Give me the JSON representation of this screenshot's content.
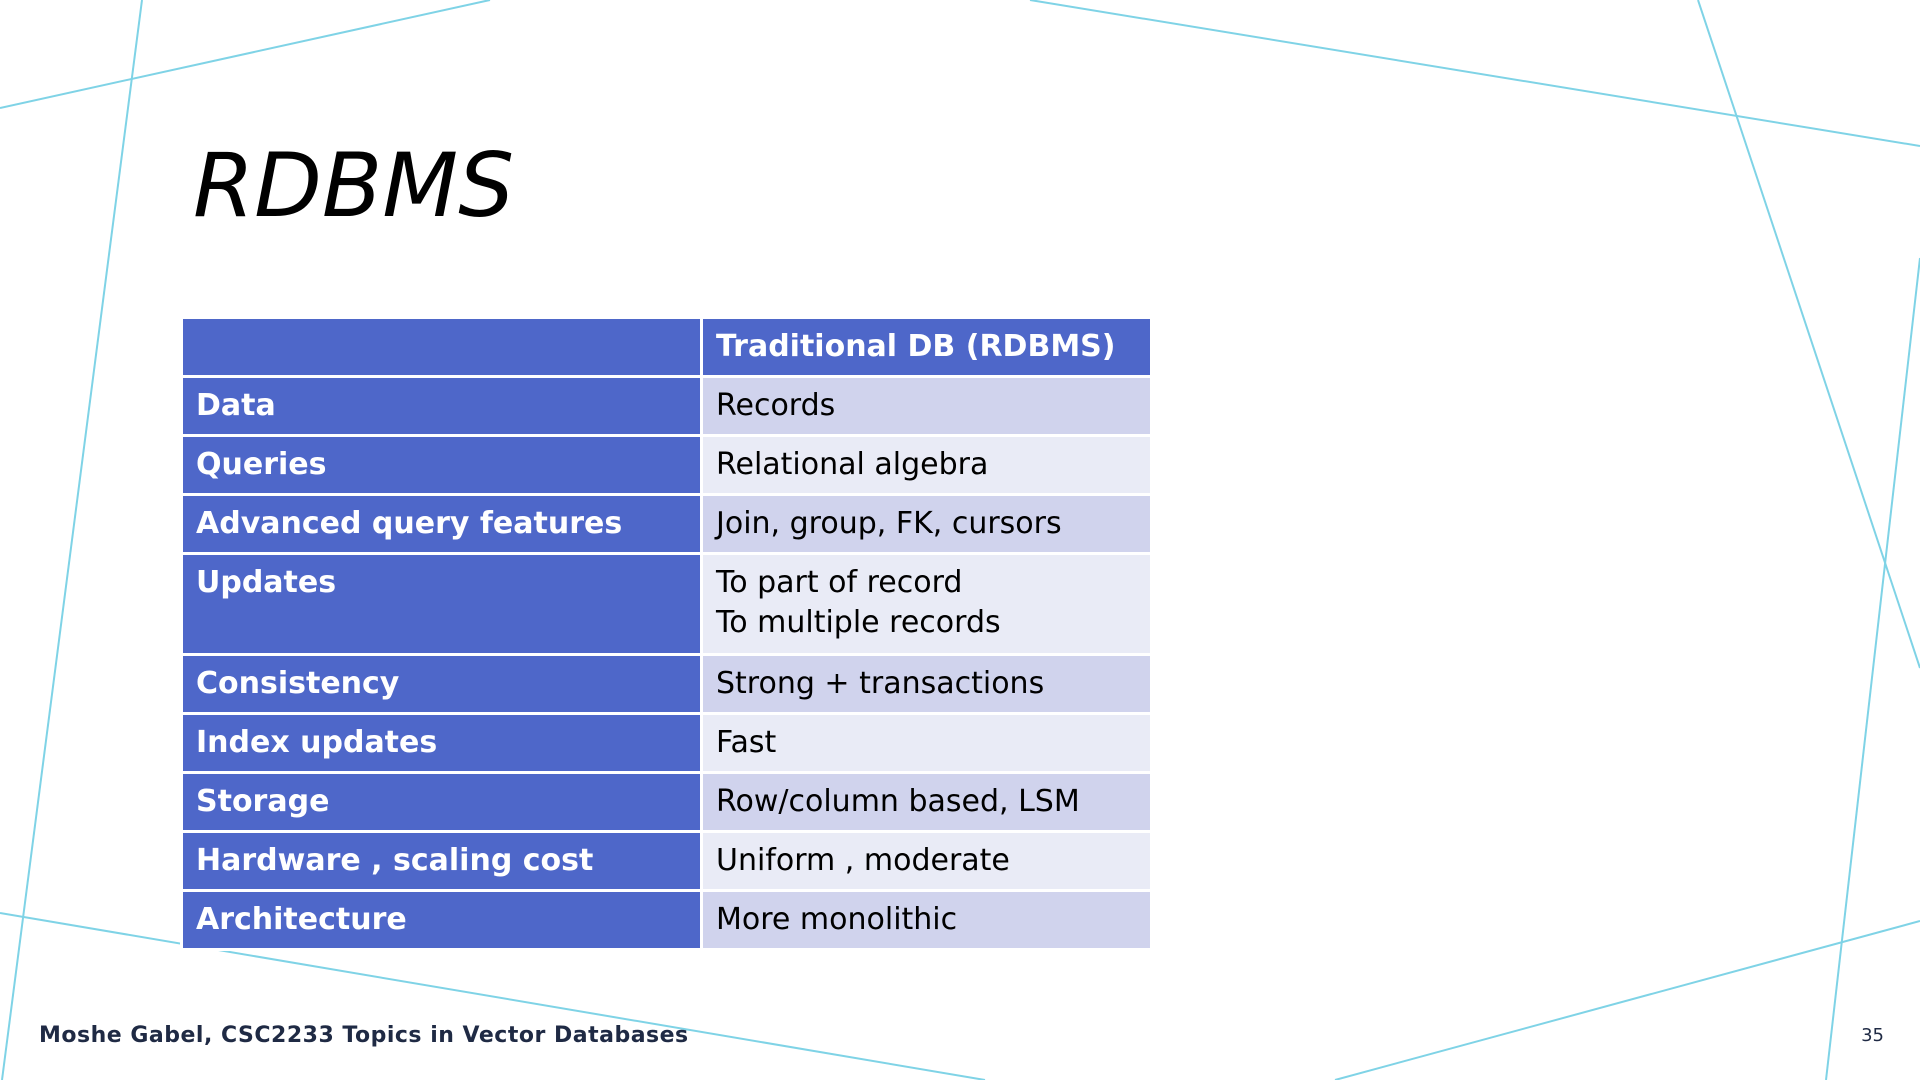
{
  "slide": {
    "title": "RDBMS",
    "footer": "Moshe Gabel, CSC2233 Topics in Vector Databases",
    "page_number": "35",
    "accent_color": "#4e67c9",
    "line_color": "#7fd3e6"
  },
  "table": {
    "header_blank": "",
    "header": "Traditional DB (RDBMS)",
    "rows": [
      {
        "label": "Data",
        "values": [
          "Records"
        ]
      },
      {
        "label": "Queries",
        "values": [
          "Relational algebra"
        ]
      },
      {
        "label": "Advanced query features",
        "values": [
          "Join, group, FK, cursors"
        ]
      },
      {
        "label": "Updates",
        "values": [
          "To part of record",
          "To multiple records"
        ]
      },
      {
        "label": "Consistency",
        "values": [
          "Strong + transactions"
        ]
      },
      {
        "label": "Index updates",
        "values": [
          "Fast"
        ]
      },
      {
        "label": "Storage",
        "values": [
          "Row/column based, LSM"
        ]
      },
      {
        "label": "Hardware , scaling cost",
        "values": [
          "Uniform , moderate"
        ]
      },
      {
        "label": "Architecture",
        "values": [
          "More monolithic"
        ]
      }
    ]
  }
}
